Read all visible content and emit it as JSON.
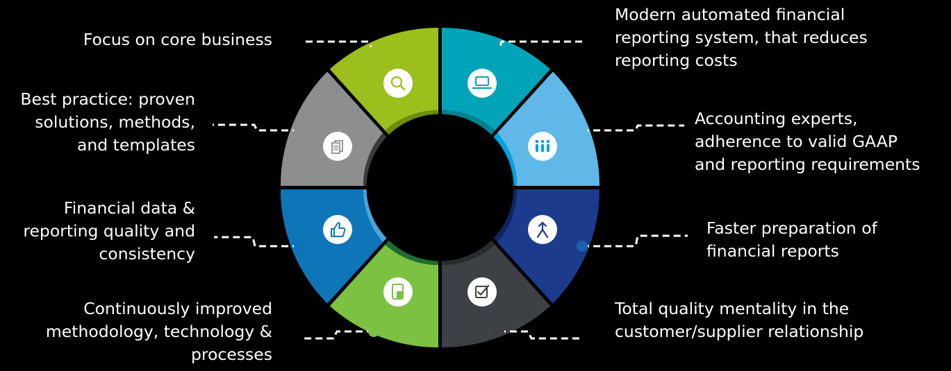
{
  "segments": [
    {
      "key": "modern-reporting-system",
      "text": "Modern automated financial\nreporting system, that reduces\nreporting costs",
      "icon": "laptop-icon",
      "color": "#00a3b7"
    },
    {
      "key": "accounting-experts",
      "text": "Accounting experts,\nadherence to valid GAAP\nand reporting requirements",
      "icon": "people-icon",
      "color": "#5fb8e8"
    },
    {
      "key": "faster-preparation",
      "text": "Faster preparation of\nfinancial reports",
      "icon": "acceleration-icon",
      "color": "#1a3a8c"
    },
    {
      "key": "total-quality",
      "text": "Total quality mentality in the\ncustomer/supplier relationship",
      "icon": "checkbox-icon",
      "color": "#3d3f44"
    },
    {
      "key": "continuous-improvement",
      "text": "Continuously improved\nmethodology, technology &\nprocesses",
      "icon": "tablet-icon",
      "color": "#7cc142"
    },
    {
      "key": "data-quality",
      "text": "Financial data &\nreporting quality and\nconsistency",
      "icon": "thumbs-up-icon",
      "color": "#0b74b8"
    },
    {
      "key": "best-practice",
      "text": "Best practice: proven\nsolutions, methods,\nand templates",
      "icon": "documents-icon",
      "color": "#8c8e90"
    },
    {
      "key": "core-business",
      "text": "Focus on core business",
      "icon": "search-icon",
      "color": "#9bbf1e"
    }
  ]
}
